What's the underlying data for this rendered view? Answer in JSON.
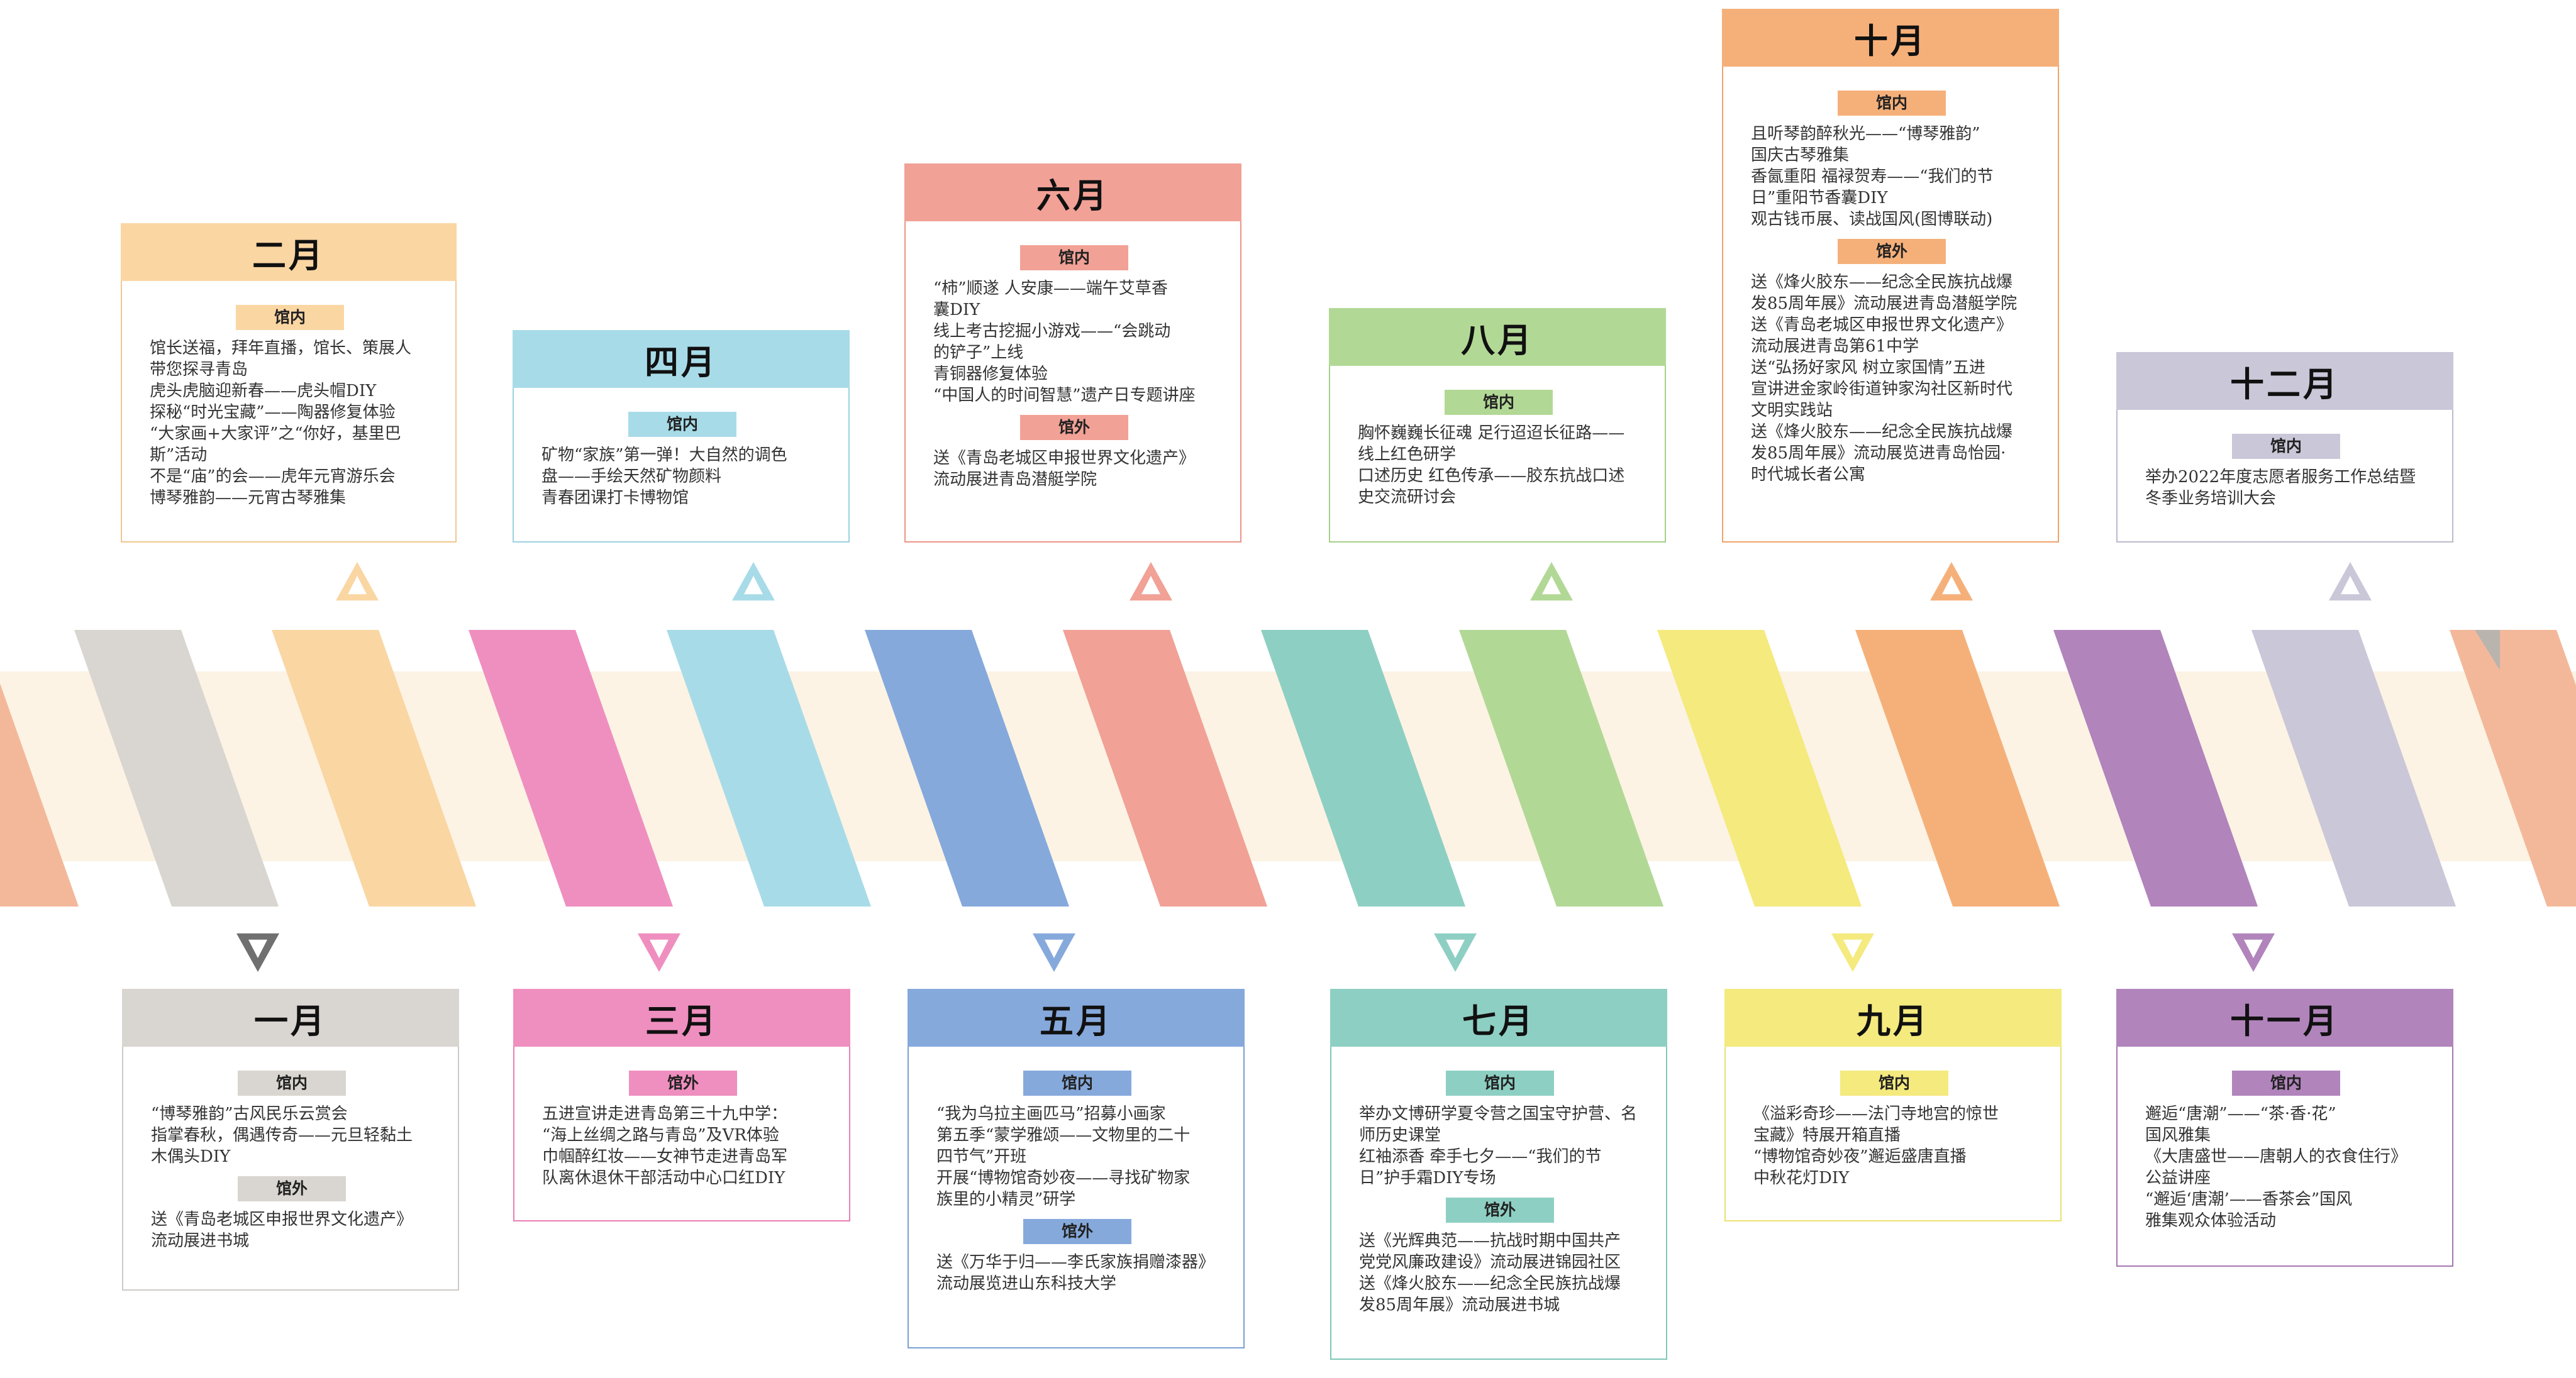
{
  "months": [
    {
      "id": "jan",
      "title": "一月",
      "color": "#d9d5d0",
      "tag_color": "#d9d5d0",
      "border": "#cfcac5",
      "sections": [
        {
          "label": "馆内",
          "lines": [
            "“博琴雅韵”古风民乐云赏会",
            "指掌春秋，偶遇传奇——元旦轻黏土",
            "木偶头DIY"
          ]
        },
        {
          "label": "馆外",
          "lines": [
            "送《青岛老城区申报世界文化遗产》",
            "流动展进书城"
          ]
        }
      ]
    },
    {
      "id": "feb",
      "title": "二月",
      "color": "#fad6a3",
      "tag_color": "#fad6a3",
      "border": "#f0c890",
      "sections": [
        {
          "label": "馆内",
          "lines": [
            "馆长送福，拜年直播，馆长、策展人",
            "带您探寻青岛",
            "虎头虎脑迎新春——虎头帽DIY",
            "探秘“时光宝藏”——陶器修复体验",
            "“大家画+大家评”之“你好，基里巴",
            "斯”活动",
            "不是“庙”的会——虎年元宵游乐会",
            "博琴雅韵——元宵古琴雅集"
          ]
        }
      ]
    },
    {
      "id": "mar",
      "title": "三月",
      "color": "#ef8fbf",
      "tag_color": "#ef8fbf",
      "border": "#e87fb3",
      "sections": [
        {
          "label": "馆外",
          "lines": [
            "五进宣讲走进青岛第三十九中学：",
            "“海上丝绸之路与青岛”及VR体验",
            "巾帼醉红妆——女神节走进青岛军",
            "队离休退休干部活动中心口红DIY"
          ]
        }
      ]
    },
    {
      "id": "apr",
      "title": "四月",
      "color": "#a8dbe8",
      "tag_color": "#a8dbe8",
      "border": "#9bd2e1",
      "sections": [
        {
          "label": "馆内",
          "lines": [
            "矿物“家族”第一弹！大自然的调色",
            "盘——手绘天然矿物颜料",
            "青春团课打卡博物馆"
          ]
        }
      ]
    },
    {
      "id": "may",
      "title": "五月",
      "color": "#86a9dc",
      "tag_color": "#86a9dc",
      "border": "#7a9fd6",
      "sections": [
        {
          "label": "馆内",
          "lines": [
            "“我为乌拉主画匹马”招募小画家",
            "第五季“蒙学雅颂——文物里的二十",
            "四节气”开班",
            "开展“博物馆奇妙夜——寻找矿物家",
            "族里的小精灵”研学"
          ]
        },
        {
          "label": "馆外",
          "lines": [
            "送《万华于归——李氏家族捐赠漆器》",
            "流动展览进山东科技大学"
          ]
        }
      ]
    },
    {
      "id": "jun",
      "title": "六月",
      "color": "#f1a196",
      "tag_color": "#f1a196",
      "border": "#ec9488",
      "sections": [
        {
          "label": "馆内",
          "lines": [
            "“柿”顺遂 人安康——端午艾草香",
            "囊DIY",
            "线上考古挖掘小游戏——“会跳动",
            "的铲子”上线",
            "青铜器修复体验",
            "“中国人的时间智慧”遗产日专题讲座"
          ]
        },
        {
          "label": "馆外",
          "lines": [
            "送《青岛老城区申报世界文化遗产》",
            "流动展进青岛潜艇学院"
          ]
        }
      ]
    },
    {
      "id": "jul",
      "title": "七月",
      "color": "#8ecfc3",
      "tag_color": "#8ecfc3",
      "border": "#7fc7b9",
      "sections": [
        {
          "label": "馆内",
          "lines": [
            "举办文博研学夏令营之国宝守护营、名",
            "师历史课堂",
            "红袖添香 牵手七夕——“我们的节",
            "日”护手霜DIY专场"
          ]
        },
        {
          "label": "馆外",
          "lines": [
            "送《光辉典范——抗战时期中国共产",
            "党党风廉政建设》流动展进锦园社区",
            "送《烽火胶东——纪念全民族抗战爆",
            "发85周年展》流动展进书城"
          ]
        }
      ]
    },
    {
      "id": "aug",
      "title": "八月",
      "color": "#b2d896",
      "tag_color": "#b2d896",
      "border": "#a5d087",
      "sections": [
        {
          "label": "馆内",
          "lines": [
            "胸怀巍巍长征魂 足行迢迢长征路——",
            "线上红色研学",
            "口述历史 红色传承——胶东抗战口述",
            "史交流研讨会"
          ]
        }
      ]
    },
    {
      "id": "sep",
      "title": "九月",
      "color": "#f4ea7e",
      "tag_color": "#f4ea7e",
      "border": "#ece072",
      "sections": [
        {
          "label": "馆内",
          "lines": [
            "《溢彩奇珍——法门寺地宫的惊世",
            "宝藏》特展开箱直播",
            "“博物馆奇妙夜”邂逅盛唐直播",
            "中秋花灯DIY"
          ]
        }
      ]
    },
    {
      "id": "oct",
      "title": "十月",
      "color": "#f5b07a",
      "tag_color": "#f5b07a",
      "border": "#efa36a",
      "sections": [
        {
          "label": "馆内",
          "lines": [
            "且听琴韵醉秋光——“博琴雅韵”",
            "国庆古琴雅集",
            "香氤重阳 福禄贺寿——“我们的节",
            "日”重阳节香囊DIY",
            "观古钱币展、读战国风(图博联动)"
          ]
        },
        {
          "label": "馆外",
          "lines": [
            "送《烽火胶东——纪念全民族抗战爆",
            "发85周年展》流动展进青岛潜艇学院",
            "送《青岛老城区申报世界文化遗产》",
            "流动展进青岛第61中学",
            "送“弘扬好家风 树立家国情”五进",
            "宣讲进金家岭街道钟家沟社区新时代",
            "文明实践站",
            "送《烽火胶东——纪念全民族抗战爆",
            "发85周年展》流动展览进青岛怡园·",
            "时代城长者公寓"
          ]
        }
      ]
    },
    {
      "id": "nov",
      "title": "十一月",
      "color": "#b184bc",
      "tag_color": "#b184bc",
      "border": "#a676b2",
      "sections": [
        {
          "label": "馆内",
          "lines": [
            "邂逅“唐潮”——“茶·香·花”",
            "国风雅集",
            "《大唐盛世——唐朝人的衣食住行》",
            "公益讲座",
            "“邂逅‘唐潮’——香茶会”国风",
            "雅集观众体验活动"
          ]
        }
      ]
    },
    {
      "id": "dec",
      "title": "十二月",
      "color": "#cac7d8",
      "tag_color": "#cac7d8",
      "border": "#bdbacd",
      "sections": [
        {
          "label": "馆内",
          "lines": [
            "举办2022年度志愿者服务工作总结暨",
            "冬季业务培训大会"
          ]
        }
      ]
    }
  ],
  "ribbon_colors": {
    "front": [
      "#f3b89a",
      "#d9d5d0",
      "#fad6a3",
      "#ef8fbf",
      "#a8dbe8",
      "#86a9dc",
      "#f1a196",
      "#8ecfc3",
      "#b2d896",
      "#f4ea7e",
      "#f5b07a",
      "#b184bc",
      "#cac7d8",
      "#f3b89a"
    ],
    "back": [
      "#b7b2ab",
      "#b98a44",
      "#b94f86",
      "#3d9aa3",
      "#2f6aa6",
      "#b44f52",
      "#2d8b82",
      "#4a9c4a",
      "#c4b230",
      "#8c5aa0",
      "#3a3a3a",
      "#7a6a90",
      "#bbb6b0",
      "#3e4f9a"
    ],
    "band": "#fcf3e4"
  }
}
